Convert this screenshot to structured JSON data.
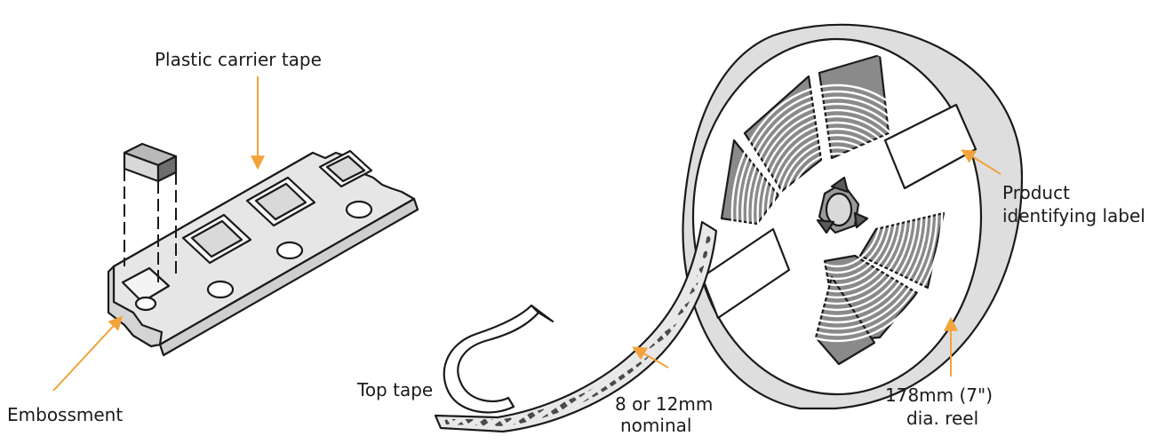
{
  "labels": {
    "carrier_tape": "Plastic carrier tape",
    "embossment": "Embossment",
    "top_tape": "Top tape",
    "nominal_line1": "8 or 12mm",
    "nominal_line2": "nominal",
    "product_line1": "Product",
    "product_line2": "identifying label",
    "reel_line1": "178mm (7\")",
    "reel_line2": "dia. reel"
  },
  "colors": {
    "arrow": "#f2a33a",
    "ink": "#1a1a1a",
    "tape_fill": "#e3e3e3",
    "hatch": "#8a8a8a",
    "component_top": "#b9b9b9",
    "component_side": "#6e6e6e"
  }
}
